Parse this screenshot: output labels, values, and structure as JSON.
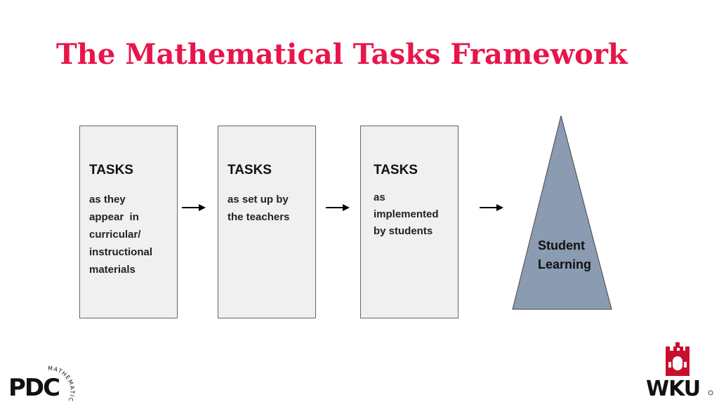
{
  "title": "The Mathematical Tasks Framework",
  "boxes": [
    {
      "heading": "TASKS",
      "lines": [
        "as they",
        "appear  in",
        "curricular/",
        "instructional",
        "materials"
      ]
    },
    {
      "heading": "TASKS",
      "lines": [
        "as set up by",
        "the teachers"
      ]
    },
    {
      "heading": "TASKS",
      "lines": [
        "as",
        "implemented",
        "by students"
      ]
    }
  ],
  "outcome": {
    "line1": "Student",
    "line2": "Learning"
  },
  "logos": {
    "left": {
      "name": "PDC",
      "arc_text": "MATHEMATICS"
    },
    "right": {
      "name": "WKU"
    }
  },
  "colors": {
    "title": "#e8154a",
    "pyramid_fill": "#8a9bb2",
    "box_fill": "#f0f0f0",
    "wku_red": "#c8102e"
  }
}
